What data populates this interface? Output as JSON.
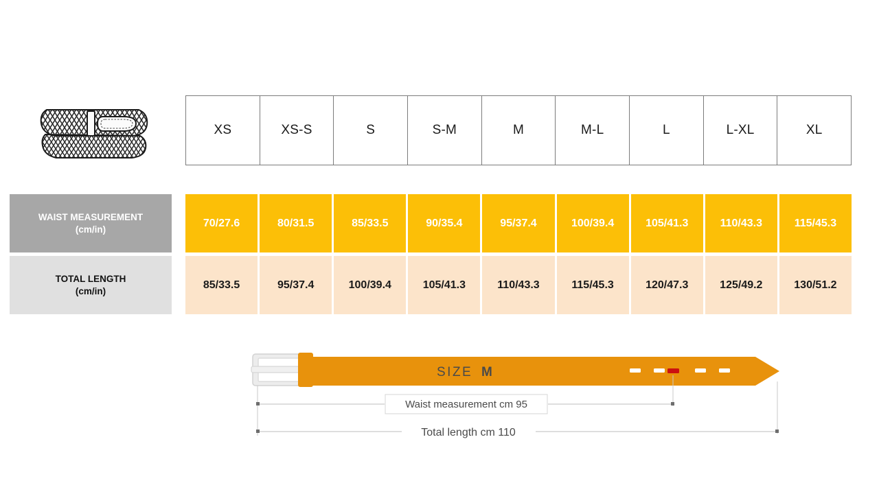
{
  "product_icon": {
    "name": "braided-belt-illustration"
  },
  "size_table": {
    "sizes": [
      "XS",
      "XS-S",
      "S",
      "S-M",
      "M",
      "M-L",
      "L",
      "L-XL",
      "XL"
    ],
    "rows": [
      {
        "label_line1": "WAIST MEASUREMENT",
        "label_line2": "(cm/in)",
        "values": [
          "70/27.6",
          "80/31.5",
          "85/33.5",
          "90/35.4",
          "95/37.4",
          "100/39.4",
          "105/41.3",
          "110/43.3",
          "115/45.3"
        ]
      },
      {
        "label_line1": "TOTAL LENGTH",
        "label_line2": "(cm/in)",
        "values": [
          "85/33.5",
          "95/37.4",
          "100/39.4",
          "105/41.3",
          "110/43.3",
          "115/45.3",
          "120/47.3",
          "125/49.2",
          "130/51.2"
        ]
      }
    ]
  },
  "belt_diagram": {
    "size_word": "SIZE",
    "size_value": "M",
    "waist_dimension_label": "Waist measurement cm 95",
    "total_dimension_label": "Total length cm 110",
    "holes_total": 5,
    "active_hole_index": 2,
    "colors": {
      "belt": "#E8920C",
      "buckle": "#E8E8E8",
      "active_hole": "#CC1010",
      "hole": "#FFFFFF",
      "dimension_line": "#BDBDBD"
    }
  },
  "colors": {
    "waist_row_background": "#FCBF07",
    "length_row_background": "#FCE4CA",
    "waist_label_background": "#A7A7A7",
    "length_label_background": "#E0E0E0",
    "header_border": "#7B7B7B"
  }
}
